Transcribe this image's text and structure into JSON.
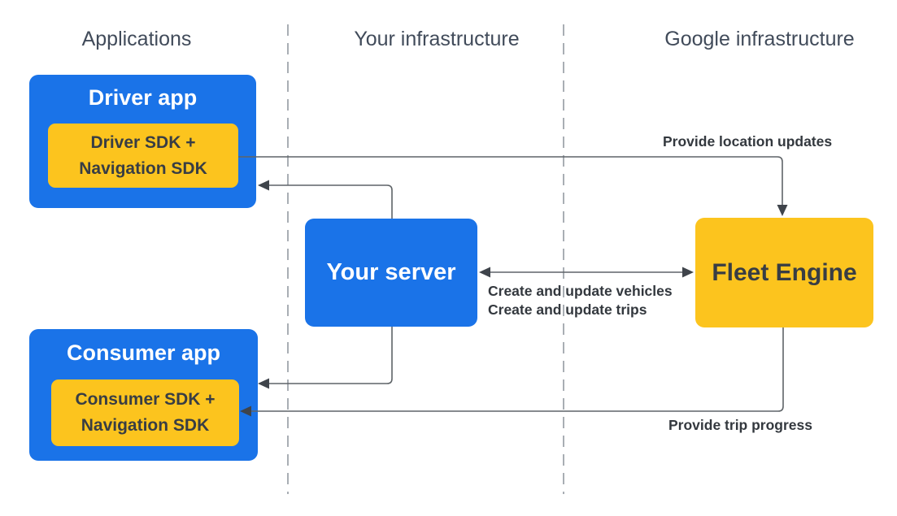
{
  "columns": {
    "applications": "Applications",
    "your_infrastructure": "Your infrastructure",
    "google_infrastructure": "Google infrastructure"
  },
  "nodes": {
    "driver_app": "Driver app",
    "driver_sdk_line1": "Driver SDK +",
    "driver_sdk_line2": "Navigation SDK",
    "consumer_app": "Consumer app",
    "consumer_sdk_line1": "Consumer SDK +",
    "consumer_sdk_line2": "Navigation SDK",
    "your_server": "Your server",
    "fleet_engine": "Fleet Engine"
  },
  "edge_labels": {
    "location_updates": "Provide location updates",
    "create_vehicles": "Create and update vehicles",
    "create_trips": "Create and update trips",
    "trip_progress": "Provide trip progress"
  },
  "colors": {
    "blue": "#1A73E8",
    "yellow": "#FCC41E",
    "header_text": "#414B5A",
    "box_text_dark": "#383D44",
    "box_text_light": "#FFFFFF",
    "label_text": "#33383E",
    "connector": "#5F6468",
    "arrowhead": "#3F444B",
    "divider": "#A9AEB4",
    "background": "#FFFFFF"
  }
}
